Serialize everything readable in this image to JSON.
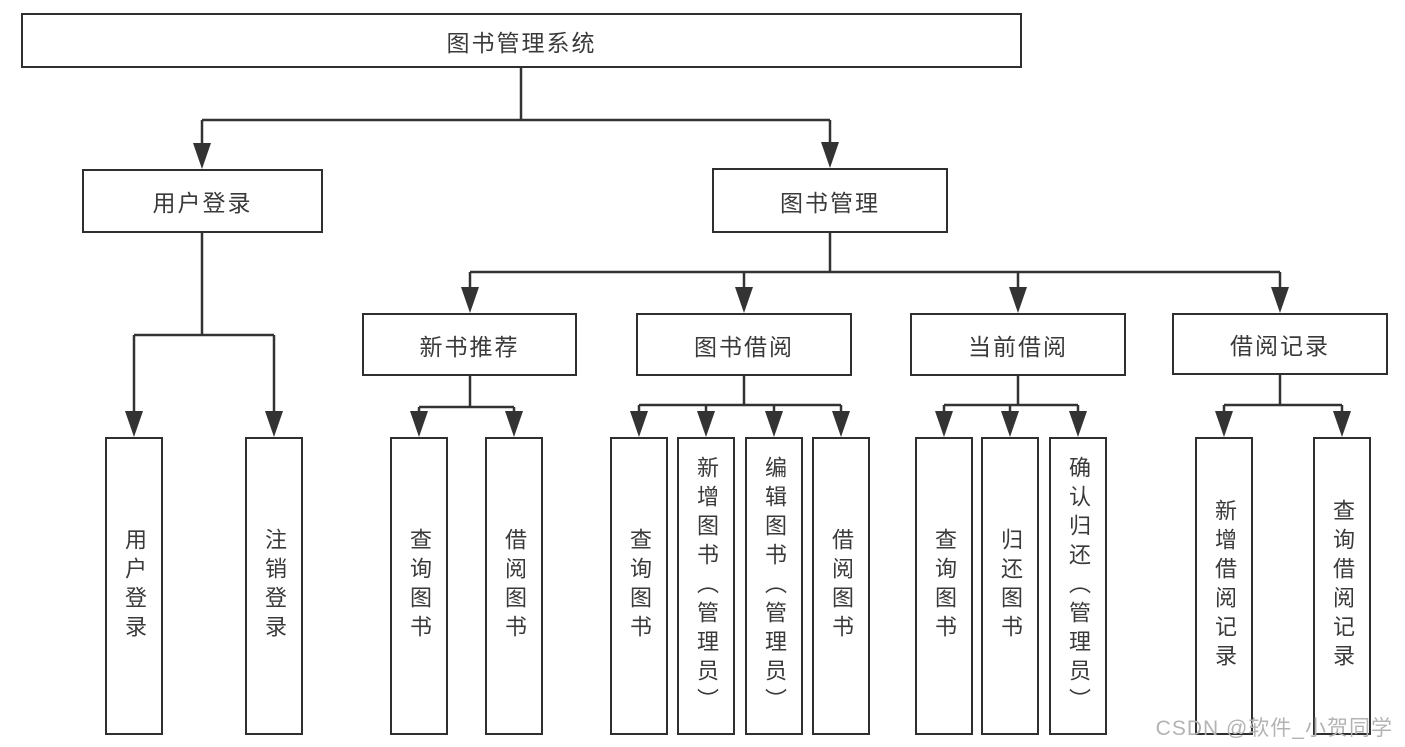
{
  "diagram": {
    "type": "hierarchy-tree",
    "root": {
      "label": "图书管理系统",
      "children": [
        {
          "label": "用户登录",
          "children": [
            {
              "label": "用户登录"
            },
            {
              "label": "注销登录"
            }
          ]
        },
        {
          "label": "图书管理",
          "children": [
            {
              "label": "新书推荐",
              "children": [
                {
                  "label": "查询图书"
                },
                {
                  "label": "借阅图书"
                }
              ]
            },
            {
              "label": "图书借阅",
              "children": [
                {
                  "label": "查询图书"
                },
                {
                  "label": "新增图书（管理员）"
                },
                {
                  "label": "编辑图书（管理员）"
                },
                {
                  "label": "借阅图书"
                }
              ]
            },
            {
              "label": "当前借阅",
              "children": [
                {
                  "label": "查询图书"
                },
                {
                  "label": "归还图书"
                },
                {
                  "label": "确认归还（管理员）"
                }
              ]
            },
            {
              "label": "借阅记录",
              "children": [
                {
                  "label": "新增借阅记录"
                },
                {
                  "label": "查询借阅记录"
                }
              ]
            }
          ]
        }
      ]
    }
  },
  "watermark": {
    "text": "CSDN @软件_小贺同学"
  },
  "colors": {
    "background": "#ffffff",
    "line": "#333333",
    "box_border": "#2f2f2f",
    "box_text": "#3a3a3a",
    "watermark_text": "#b3b3b3"
  }
}
